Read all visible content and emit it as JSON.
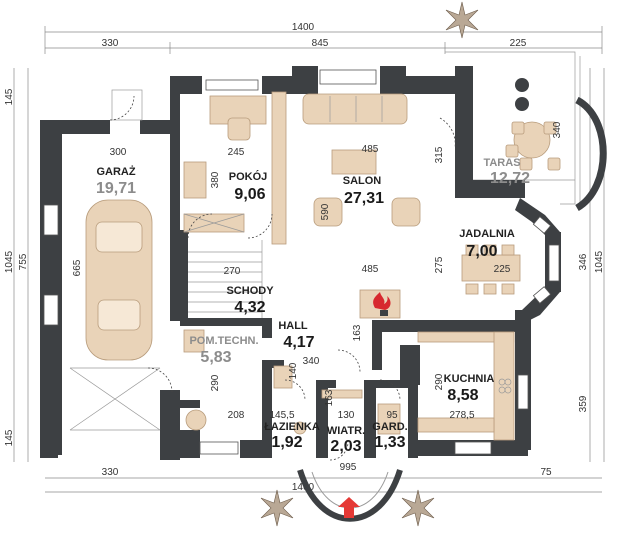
{
  "rooms": {
    "garaz": {
      "name": "GARAŻ",
      "area": "19,71"
    },
    "pokoj": {
      "name": "POKÓJ",
      "area": "9,06"
    },
    "salon": {
      "name": "SALON",
      "area": "27,31"
    },
    "taras": {
      "name": "TARAS",
      "area": "12,72"
    },
    "jadalnia": {
      "name": "JADALNIA",
      "area": "7,00"
    },
    "schody": {
      "name": "SCHODY",
      "area": "4,32"
    },
    "hall": {
      "name": "HALL",
      "area": "4,17"
    },
    "pom_techn": {
      "name": "POM.TECHN.",
      "area": "5,83"
    },
    "kuchnia": {
      "name": "KUCHNIA",
      "area": "8,58"
    },
    "lazienka": {
      "name": "ŁAZIENKA",
      "area": "1,92"
    },
    "wiatr": {
      "name": "WIATR.",
      "area": "2,03"
    },
    "gard": {
      "name": "GARD.",
      "area": "1,33"
    }
  },
  "dimensions": {
    "top_total": "1400",
    "top_left": "330",
    "top_mid": "845",
    "top_right": "225",
    "bottom_left": "330",
    "bottom_total": "1400",
    "bottom_right": "75",
    "entrance_width": "995",
    "left_top": "145",
    "left_total": "1045",
    "left_mid": "755",
    "left_bottom": "145",
    "right_top": "346",
    "right_total": "1045",
    "right_bottom": "359",
    "garage_width": "300",
    "garage_depth": "665",
    "pokoj_w": "245",
    "pokoj_d": "380",
    "salon_w": "485",
    "salon_d": "590",
    "salon_right": "315",
    "hall_w": "485",
    "taras_d": "340",
    "jadalnia_w": "225",
    "jadalnia_d": "275",
    "schody_w": "270",
    "hall_d": "163",
    "techn_w": "340",
    "techn_d": "290",
    "techn_bottom": "208",
    "lazienka_w": "145,5",
    "wiatr_w": "130",
    "wiatr_d": "163",
    "gard_w": "95",
    "kuchnia_w": "278,5",
    "kuchnia_d": "290",
    "hall_top": "140"
  },
  "colors": {
    "wall": "#3d4043",
    "furniture": "#e9d3b8",
    "entrance_arrow": "#e53935",
    "area_grey": "#8c8c8c"
  },
  "icons": {
    "entrance": "red-up-arrow-icon",
    "fireplace": "fireplace-flame-icon",
    "plant": "potted-plant-icon"
  }
}
